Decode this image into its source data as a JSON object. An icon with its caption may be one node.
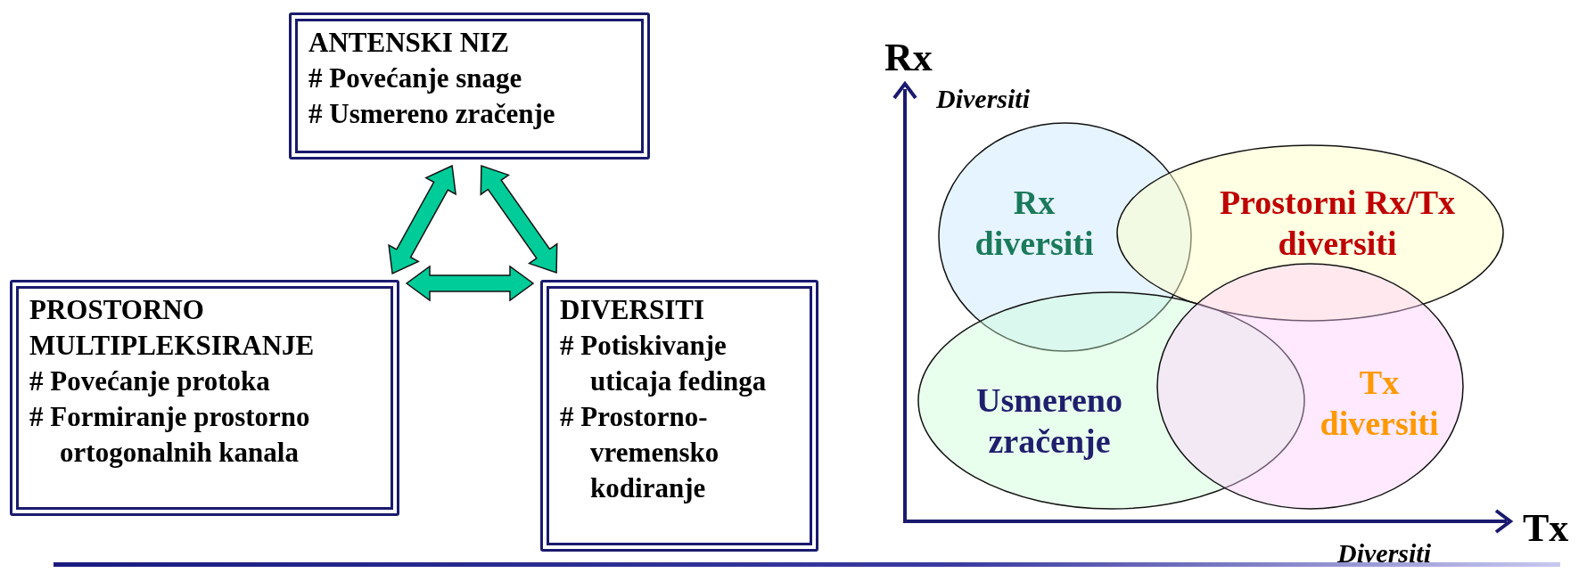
{
  "diagram": {
    "nodes": [
      {
        "text": [
          "ANTENSKI NIZ",
          "# Povećanje snage",
          "# Usmereno zračenje"
        ]
      },
      {
        "text": [
          "PROSTORNO MULTIPLEKSIRANJE",
          "# Povećanje protoka",
          "# Formiranje prostorno ortogonalnih kanala"
        ]
      },
      {
        "text": [
          "DIVERSITI",
          "# Potiskivanje uticaja fedinga",
          "# Prostorno-vremensko kodiranje"
        ]
      },
      {
        "text": [
          "Rx diversiti"
        ]
      },
      {
        "text": [
          "Prostorni Rx/Tx diversiti"
        ]
      },
      {
        "text": [
          "Usmereno zračenje"
        ]
      },
      {
        "text": [
          "Tx diversiti"
        ]
      }
    ],
    "edges": [
      {
        "from": 0,
        "to": 1,
        "arrow": "both"
      },
      {
        "from": 0,
        "to": 2,
        "arrow": "both"
      },
      {
        "from": 1,
        "to": 2,
        "arrow": "both"
      }
    ],
    "labels": [
      "Rx",
      "Diversiti",
      "Tx",
      "Diversiti"
    ]
  }
}
